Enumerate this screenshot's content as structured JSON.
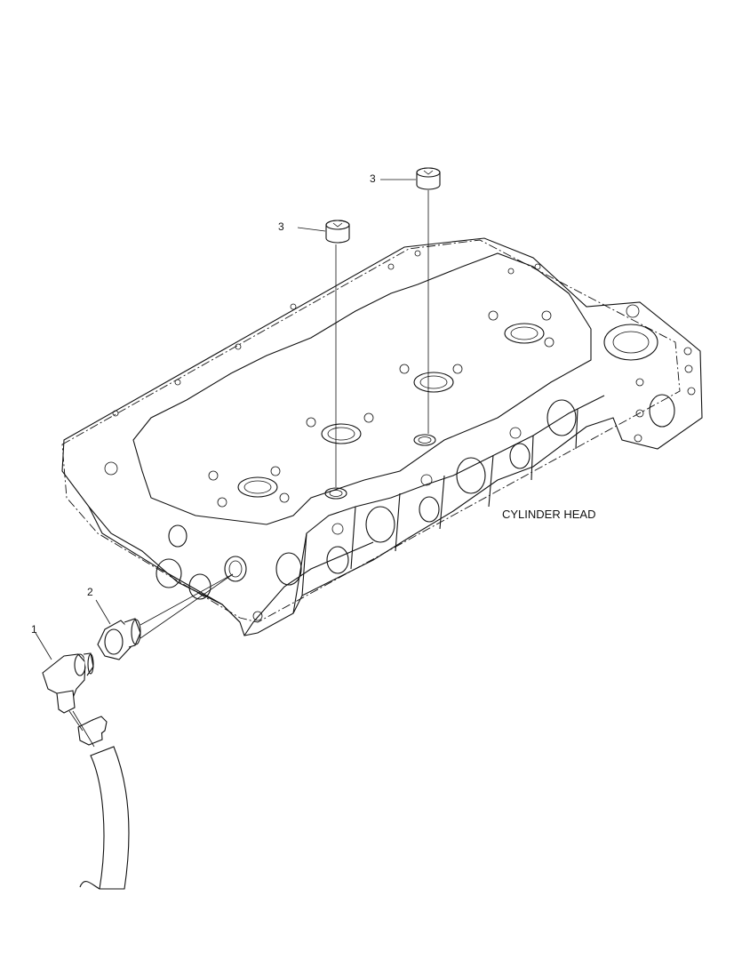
{
  "callouts": {
    "elbow": "1",
    "adapter": "2",
    "plug_front": "3",
    "plug_rear": "3"
  },
  "caption": "CYLINDER HEAD"
}
